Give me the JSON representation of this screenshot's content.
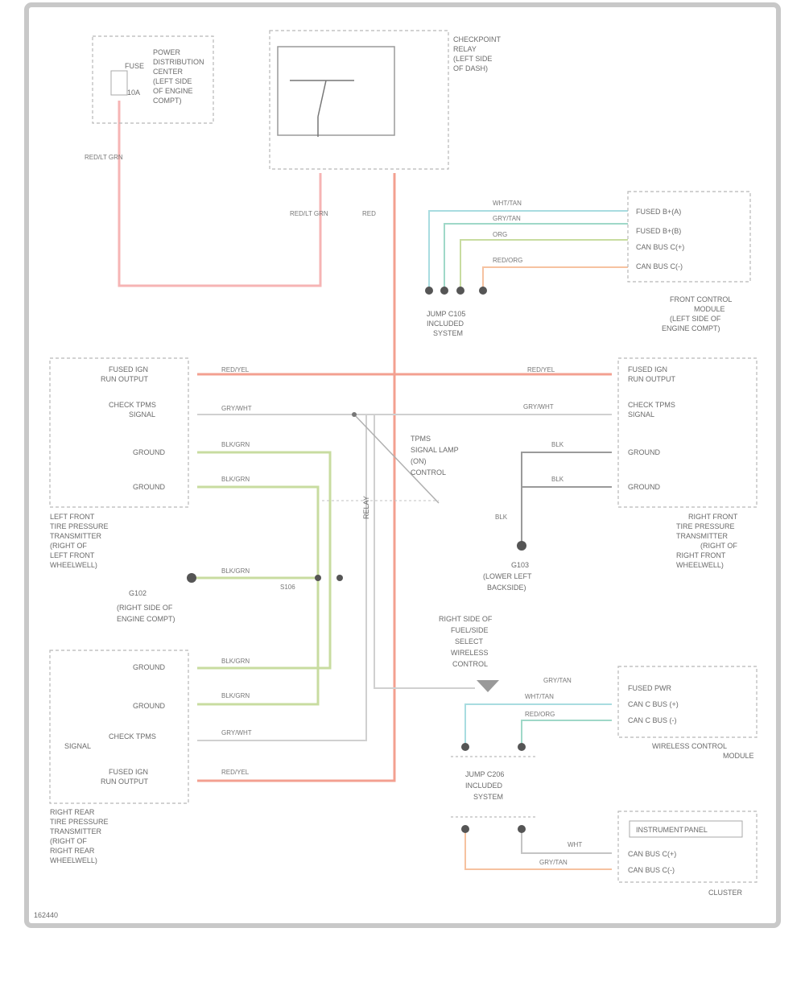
{
  "colors": {
    "power": "#f3a090",
    "ground_green": "#c8dca0",
    "signal_gray": "#c4c4c4",
    "signal_cyan": "#a8dce0",
    "signal_teal": "#9fd8c8",
    "signal_orange": "#f6c2a0"
  },
  "components": {
    "fuse_box": {
      "lines": [
        "FUSE",
        "10A",
        "POWER",
        "DISTRIBUTION",
        "CENTER",
        "(LEFT SIDE",
        "OF ENGINE",
        "COMPT)"
      ]
    },
    "relay": {
      "lines": [
        "CHECKPOINT",
        "RELAY",
        "(LEFT SIDE",
        "OF DASH)"
      ]
    },
    "hub_connector_top": {
      "lines": [
        "JUMP C105",
        "INCLUDED",
        "SYSTEM"
      ]
    },
    "front_control_module": {
      "lines": [
        "FRONT CONTROL",
        "MODULE",
        "(LEFT SIDE OF",
        "ENGINE COMPT)"
      ],
      "pins": [
        "FUSED B+(A)",
        "FUSED B+(B)",
        "CAN BUS C(+)",
        "CAN BUS C(-)"
      ]
    },
    "left_front_sensor": {
      "lines": [
        "LEFT FRONT",
        "TIRE PRESSURE",
        "TRANSMITTER",
        "(RIGHT OF",
        "LEFT FRONT",
        "WHEELWELL)"
      ],
      "pins": [
        "FUSED IGN",
        "RUN OUTPUT",
        "CHECK TPMS",
        "SIGNAL",
        "GROUND",
        "GROUND"
      ]
    },
    "right_front_sensor": {
      "lines": [
        "RIGHT FRONT",
        "TIRE PRESSURE",
        "TRANSMITTER",
        "(RIGHT OF",
        "RIGHT FRONT",
        "WHEELWELL)"
      ],
      "pins": [
        "FUSED IGN",
        "RUN OUTPUT",
        "CHECK TPMS",
        "SIGNAL",
        "GROUND",
        "GROUND"
      ]
    },
    "right_rear_sensor": {
      "lines": [
        "RIGHT REAR",
        "TIRE PRESSURE",
        "TRANSMITTER",
        "(RIGHT OF",
        "RIGHT REAR",
        "WHEELWELL)"
      ],
      "pins": [
        "GROUND",
        "GROUND",
        "CHECK TPMS",
        "SIGNAL",
        "FUSED IGN",
        "RUN OUTPUT"
      ]
    },
    "left_rear_ground": {
      "lines": [
        "G102",
        "(RIGHT SIDE OF",
        "ENGINE COMPT)"
      ]
    },
    "right_rear_ground": {
      "lines": [
        "G103",
        "(LOWER LEFT",
        "BACKSIDE)"
      ]
    },
    "splice_left": {
      "label": "S106"
    },
    "right_connector_mid": {
      "lines": [
        "RIGHT SIDE OF",
        "FUEL/SIDE",
        "SELECT",
        "WIRELESS",
        "CONTROL"
      ]
    },
    "wireless_module": {
      "lines": [
        "WIRELESS CONTROL",
        "MODULE"
      ],
      "pins": [
        "FUSED PWR",
        "CAN C BUS (+)",
        "CAN C BUS (-)"
      ]
    },
    "hub_connector_bottom": {
      "lines": [
        "JUMP C206",
        "INCLUDED",
        "SYSTEM"
      ]
    },
    "cluster": {
      "lines": [
        "CLUSTER"
      ],
      "pins": [
        "INSTRUMENT",
        "PANEL",
        "CAN BUS C(+)",
        "CAN BUS C(-)"
      ]
    },
    "tpms_switch": {
      "lines": [
        "TPMS",
        "SIGNAL LAMP",
        "(ON)",
        "CONTROL"
      ]
    },
    "relay_box": {
      "lines": [
        "RELAY"
      ]
    }
  },
  "wires": {
    "red": "RED",
    "red_left": "RED/YEL",
    "red_right": "RED/YEL",
    "gray_left": "GRY/WHT",
    "gray_right": "GRY/WHT",
    "green_a": "BLK/GRN",
    "green_b": "BLK/GRN",
    "green_c": "BLK/GRN",
    "green_d": "BLK/GRN",
    "gray_lr": "GRY/WHT",
    "red_lr": "RED/YEL",
    "blk_r1": "BLK",
    "blk_r2": "BLK",
    "blk_gnd": "BLK",
    "can_wht": "WHT/TAN",
    "can_gry": "GRY/TAN",
    "can_org": "ORG",
    "can_red": "RED/ORG",
    "wcm_a": "GRY/TAN",
    "wcm_b": "WHT/TAN",
    "wcm_c": "RED/ORG",
    "cluster_a": "WHT",
    "cluster_b": "GRY/TAN",
    "fuse_wire": "RED/LT GRN",
    "relay_out": "RED/LT GRN",
    "relay_in": "RED"
  },
  "footer": {
    "code": "162440"
  }
}
